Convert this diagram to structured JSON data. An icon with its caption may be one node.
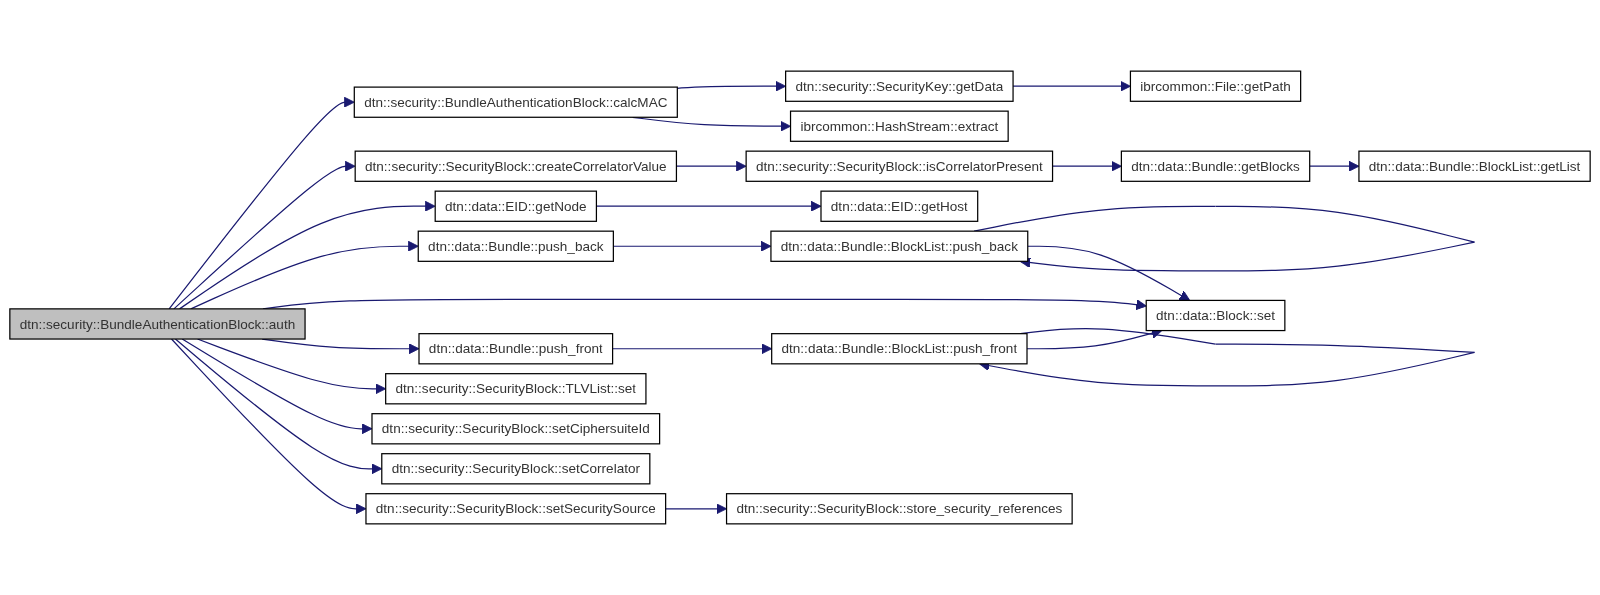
{
  "diagram": {
    "nodes": [
      {
        "text": [
          "dtn::security::BundleAuthenticationBlock::auth"
        ]
      },
      {
        "text": [
          "dtn::security::BundleAuthenticationBlock::calcMAC"
        ]
      },
      {
        "text": [
          "dtn::security::SecurityKey::getData"
        ]
      },
      {
        "text": [
          "ibrcommon::File::getPath"
        ]
      },
      {
        "text": [
          "ibrcommon::HashStream::extract"
        ]
      },
      {
        "text": [
          "dtn::security::SecurityBlock::createCorrelatorValue"
        ]
      },
      {
        "text": [
          "dtn::security::SecurityBlock::isCorrelatorPresent"
        ]
      },
      {
        "text": [
          "dtn::data::Bundle::getBlocks"
        ]
      },
      {
        "text": [
          "dtn::data::Bundle::BlockList::getList"
        ]
      },
      {
        "text": [
          "dtn::data::EID::getNode"
        ]
      },
      {
        "text": [
          "dtn::data::EID::getHost"
        ]
      },
      {
        "text": [
          "dtn::data::Bundle::push_back"
        ]
      },
      {
        "text": [
          "dtn::data::Bundle::BlockList::push_back"
        ]
      },
      {
        "text": [
          "dtn::data::Block::set"
        ]
      },
      {
        "text": [
          "dtn::data::Bundle::push_front"
        ]
      },
      {
        "text": [
          "dtn::data::Bundle::BlockList::push_front"
        ]
      },
      {
        "text": [
          "dtn::security::SecurityBlock::TLVList::set"
        ]
      },
      {
        "text": [
          "dtn::security::SecurityBlock::setCiphersuiteId"
        ]
      },
      {
        "text": [
          "dtn::security::SecurityBlock::setCorrelator"
        ]
      },
      {
        "text": [
          "dtn::security::SecurityBlock::setSecuritySource"
        ]
      },
      {
        "text": [
          "dtn::security::SecurityBlock::store_security_references"
        ]
      }
    ],
    "edges": [
      {
        "from": 0,
        "to": 1,
        "arrow": "to"
      },
      {
        "from": 1,
        "to": 2,
        "arrow": "to"
      },
      {
        "from": 2,
        "to": 3,
        "arrow": "to"
      },
      {
        "from": 1,
        "to": 4,
        "arrow": "to"
      },
      {
        "from": 0,
        "to": 5,
        "arrow": "to"
      },
      {
        "from": 5,
        "to": 6,
        "arrow": "to"
      },
      {
        "from": 6,
        "to": 7,
        "arrow": "to"
      },
      {
        "from": 7,
        "to": 8,
        "arrow": "to"
      },
      {
        "from": 0,
        "to": 9,
        "arrow": "to"
      },
      {
        "from": 9,
        "to": 10,
        "arrow": "to"
      },
      {
        "from": 0,
        "to": 11,
        "arrow": "to"
      },
      {
        "from": 11,
        "to": 12,
        "arrow": "to"
      },
      {
        "from": 12,
        "to": 12,
        "arrow": "to"
      },
      {
        "from": 12,
        "to": 13,
        "arrow": "to"
      },
      {
        "from": 0,
        "to": 13,
        "arrow": "to"
      },
      {
        "from": 0,
        "to": 14,
        "arrow": "to"
      },
      {
        "from": 14,
        "to": 15,
        "arrow": "to"
      },
      {
        "from": 15,
        "to": 15,
        "arrow": "to"
      },
      {
        "from": 15,
        "to": 13,
        "arrow": "to"
      },
      {
        "from": 0,
        "to": 16,
        "arrow": "to"
      },
      {
        "from": 0,
        "to": 17,
        "arrow": "to"
      },
      {
        "from": 0,
        "to": 18,
        "arrow": "to"
      },
      {
        "from": 0,
        "to": 19,
        "arrow": "to"
      },
      {
        "from": 19,
        "to": 20,
        "arrow": "to"
      }
    ]
  }
}
